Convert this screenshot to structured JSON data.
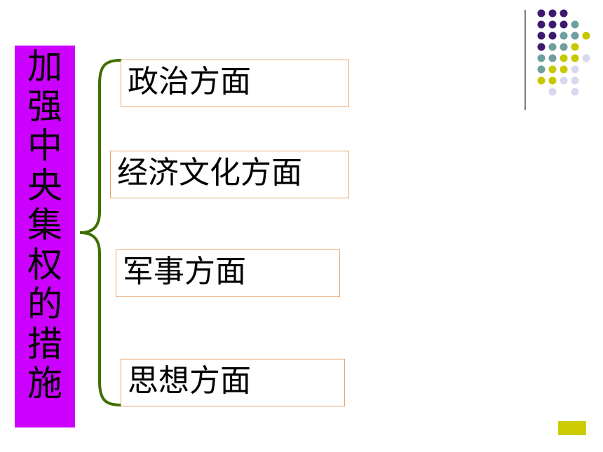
{
  "slide": {
    "title_chars": [
      "加",
      "强",
      "中",
      "央",
      "集",
      "权",
      "的",
      "措",
      "施"
    ],
    "items": [
      {
        "label": "政治方面"
      },
      {
        "label": "经济文化方面"
      },
      {
        "label": "军事方面"
      },
      {
        "label": "思想方面"
      }
    ]
  },
  "colors": {
    "title_bg": "#cc00ff",
    "bracket": "#3f6f00",
    "box_border": "#e8a36a",
    "dot_purple": "#3d1a6e",
    "dot_teal": "#6f9e9e",
    "dot_yellow": "#c8c800",
    "dot_lavender": "#d8d8ee"
  }
}
